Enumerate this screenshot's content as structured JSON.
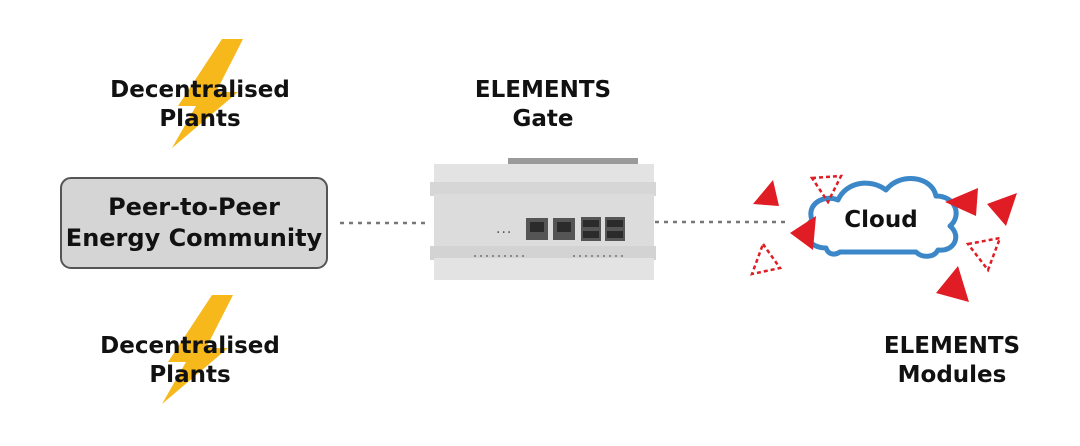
{
  "plants_top": {
    "line1": "Decentralised",
    "line2": "Plants"
  },
  "plants_bottom": {
    "line1": "Decentralised",
    "line2": "Plants"
  },
  "gate": {
    "line1": "ELEMENTS",
    "line2": "Gate",
    "ellipsis": "..."
  },
  "community": {
    "line1": "Peer-to-Peer",
    "line2": "Energy Community"
  },
  "cloud": {
    "label": "Cloud"
  },
  "modules": {
    "line1": "ELEMENTS",
    "line2": "Modules"
  },
  "colors": {
    "bolt": "#f6b81a",
    "cloud_outline": "#3b87c8",
    "triangle": "#e01c24",
    "device": "#dcdcdc"
  }
}
